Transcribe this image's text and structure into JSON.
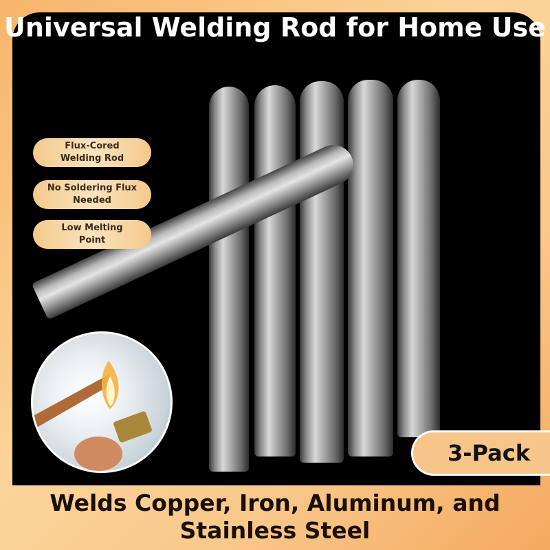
{
  "title": "Universal Welding Rod for Home Use",
  "features": [
    {
      "line1": "Flux-Cored",
      "line2": "Welding Rod"
    },
    {
      "line1": "No Soldering Flux",
      "line2": "Needed"
    },
    {
      "line1": "Low Melting",
      "line2": "Point"
    }
  ],
  "badge": "3-Pack",
  "bottom_caption": {
    "line1": "Welds Copper, Iron, Aluminum, and",
    "line2": "Stainless Steel"
  },
  "colors": {
    "accent": "#f7c489",
    "panel": "#000000",
    "text_dark": "#1a0f08"
  }
}
